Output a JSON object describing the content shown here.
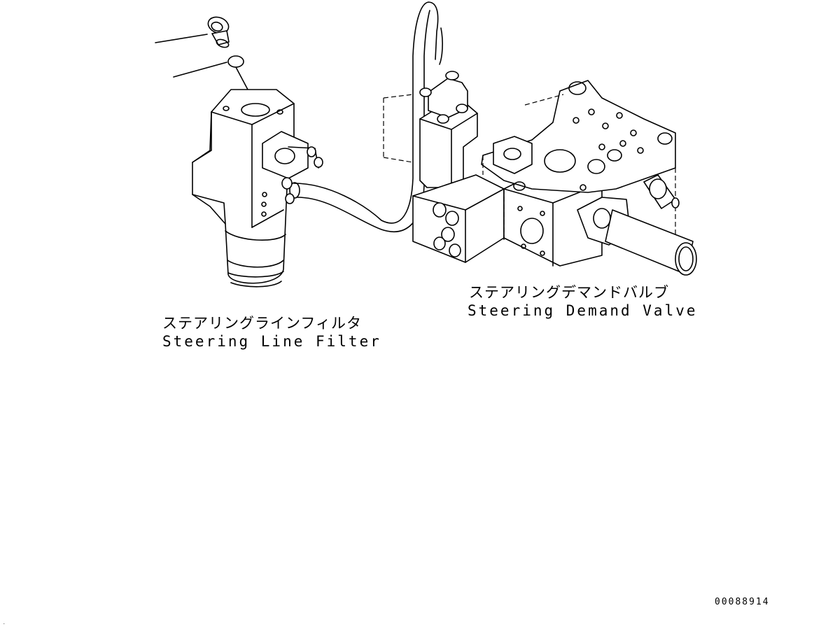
{
  "labels": {
    "filter": {
      "jp": "ステアリングラインフィルタ",
      "en": "Steering Line Filter"
    },
    "valve": {
      "jp": "ステアリングデマンドバルブ",
      "en": "Steering Demand Valve"
    }
  },
  "figure_number": "00088914"
}
